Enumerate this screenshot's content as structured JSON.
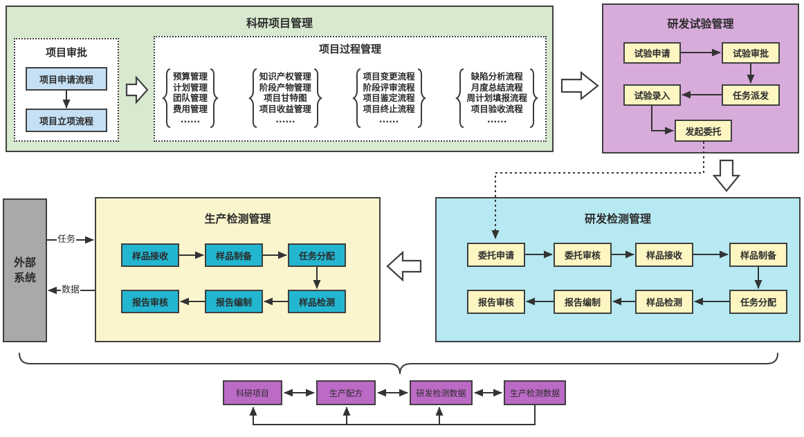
{
  "colors": {
    "green-bg": "#d7e9cf",
    "purple-bg": "#d7abda",
    "yellow-bg": "#fbf5cd",
    "cyan-bg": "#b6e9f1",
    "gray-bg": "#a9a9a9",
    "blue-node": "#c5e0f4",
    "yellow-node": "#fdf6c2",
    "teal-node": "#22b6d0",
    "violet-node": "#bb6ac5",
    "border": "#3f3f3f",
    "text": "#2b2b2b"
  },
  "research_project": {
    "title": "科研项目管理",
    "approval": {
      "title": "项目审批",
      "steps": [
        "项目申请流程",
        "项目立项流程"
      ]
    },
    "process": {
      "title": "项目过程管理",
      "groups": [
        {
          "lines": [
            "预算管理",
            "计划管理",
            "团队管理",
            "费用管理",
            "......"
          ]
        },
        {
          "lines": [
            "知识产权管理",
            "阶段产物管理",
            "项目甘特图",
            "项目收益管理",
            "......"
          ]
        },
        {
          "lines": [
            "项目变更流程",
            "阶段评审流程",
            "项目鉴定流程",
            "项目终止流程",
            "......"
          ]
        },
        {
          "lines": [
            "缺陷分析流程",
            "月度总结流程",
            "周计划填报流程",
            "项目验收流程",
            "......"
          ]
        }
      ]
    }
  },
  "rd_trial": {
    "title": "研发试验管理",
    "nodes": {
      "apply": "试验申请",
      "audit": "试验审批",
      "entry": "试验录入",
      "dispatch": "任务派发",
      "commission": "发起委托"
    }
  },
  "external_system": {
    "line1": "外部",
    "line2": "系统",
    "task_label": "任务",
    "data_label": "数据"
  },
  "production_testing": {
    "title": "生产检测管理",
    "row1": [
      "样品接收",
      "样品制备",
      "任务分配"
    ],
    "row2": [
      "报告审核",
      "报告编制",
      "样品检测"
    ]
  },
  "rd_testing": {
    "title": "研发检测管理",
    "row1": [
      "委托申请",
      "委托审核",
      "样品接收",
      "样品制备"
    ],
    "row2": [
      "报告审核",
      "报告编制",
      "样品检测",
      "任务分配"
    ]
  },
  "data_layer": {
    "items": [
      "科研项目",
      "生产配方",
      "研发检测数据",
      "生产检测数据"
    ]
  }
}
